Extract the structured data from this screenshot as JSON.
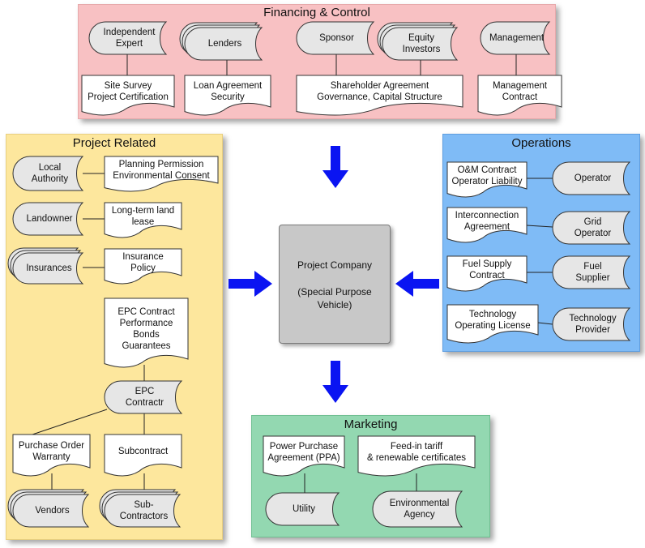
{
  "financing": {
    "title": "Financing & Control",
    "parties": {
      "expert": "Independent\nExpert",
      "lenders": "Lenders",
      "sponsor": "Sponsor",
      "equity": "Equity\nInvestors",
      "management": "Management"
    },
    "documents": {
      "survey": "Site Survey\nProject Certification",
      "loan": "Loan Agreement\nSecurity",
      "shareholder": "Shareholder Agreement\nGovernance, Capital Structure",
      "mgmt_contract": "Management\nContract"
    }
  },
  "project": {
    "title": "Project Related",
    "parties": {
      "authority": "Local\nAuthority",
      "landowner": "Landowner",
      "insurances": "Insurances",
      "epc": "EPC\nContractr",
      "vendors": "Vendors",
      "subcontractors": "Sub-\nContractors"
    },
    "documents": {
      "planning": "Planning Permission\nEnvironmental Consent",
      "lease": "Long-term land\nlease",
      "policy": "Insurance\nPolicy",
      "epc_contract": "EPC Contract\nPerformance Bonds\nGuarantees",
      "purchase_order": "Purchase Order\nWarranty",
      "subcontract": "Subcontract"
    }
  },
  "operations": {
    "title": "Operations",
    "parties": {
      "operator": "Operator",
      "grid": "Grid\nOperator",
      "fuel": "Fuel\nSupplier",
      "tech": "Technology\nProvider"
    },
    "documents": {
      "om": "O&M Contract\nOperator Liability",
      "interconnection": "Interconnection\nAgreement",
      "fuel_supply": "Fuel Supply\nContract",
      "tech_license": "Technology\nOperating License"
    }
  },
  "marketing": {
    "title": "Marketing",
    "parties": {
      "utility": "Utility",
      "env_agency": "Environmental\nAgency"
    },
    "documents": {
      "ppa": "Power Purchase\nAgreement (PPA)",
      "feed_in": "Feed-in tariff\n& renewable certificates"
    }
  },
  "company": {
    "name": "Project Company",
    "subtitle": "(Special Purpose\nVehicle)"
  },
  "colors": {
    "financing_bg": "#f8c1c3",
    "project_bg": "#fde79d",
    "operations_bg": "#7fbbf6",
    "marketing_bg": "#93d8b1",
    "company_bg": "#c8c8c8",
    "arrow": "#0a14f2"
  }
}
